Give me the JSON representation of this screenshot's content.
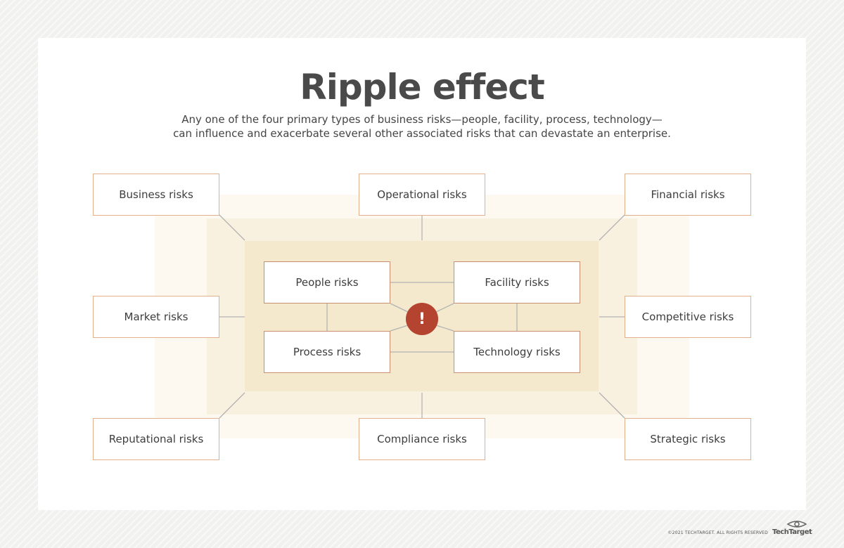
{
  "title": "Ripple effect",
  "subtitle_line1": "Any one of the four primary types of business risks—people, facility, process, technology—",
  "subtitle_line2": "can influence and exacerbate several other associated risks that can devastate an enterprise.",
  "center_symbol": "!",
  "inner_risks": {
    "people": "People risks",
    "facility": "Facility risks",
    "process": "Process risks",
    "technology": "Technology risks"
  },
  "outer_risks": {
    "business": "Business risks",
    "operational": "Operational risks",
    "financial": "Financial risks",
    "market": "Market risks",
    "competitive": "Competitive risks",
    "reputational": "Reputational risks",
    "compliance": "Compliance risks",
    "strategic": "Strategic risks"
  },
  "footer": {
    "copyright": "©2021 TECHTARGET. ALL RIGHTS RESERVED",
    "brand": "TechTarget"
  },
  "colors": {
    "accent": "#b4442f",
    "box_border": "#e2b08c",
    "band_inner": "#f4e8cd"
  }
}
